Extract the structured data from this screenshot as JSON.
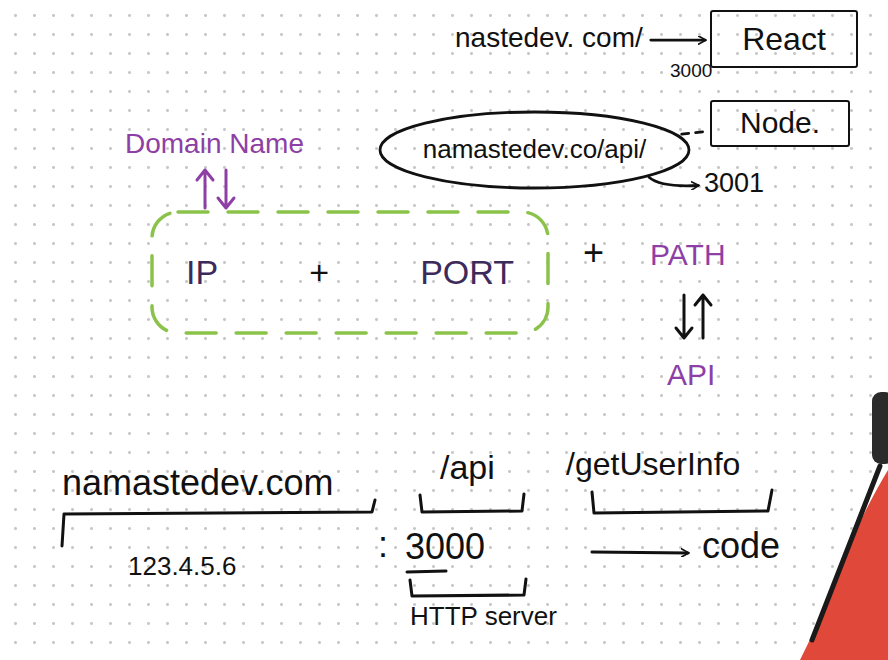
{
  "diagram": {
    "nodes": [
      {
        "text": [
          "React"
        ]
      },
      {
        "text": [
          "Node."
        ]
      },
      {
        "text": [
          "namastedev.co/api/"
        ]
      },
      {
        "text": [
          "IP",
          "+",
          "PORT"
        ]
      }
    ],
    "edges": [
      {
        "from": 2,
        "to": 1,
        "arrow": "none"
      }
    ],
    "labels": [
      "nastedev. com/",
      "3000",
      "3001",
      "Domain Name",
      "+",
      "PATH",
      "API",
      "namastedev.com",
      "123.4.5.6",
      ":",
      "3000",
      "HTTP server",
      "/api",
      "/getUserInfo",
      "code"
    ]
  }
}
